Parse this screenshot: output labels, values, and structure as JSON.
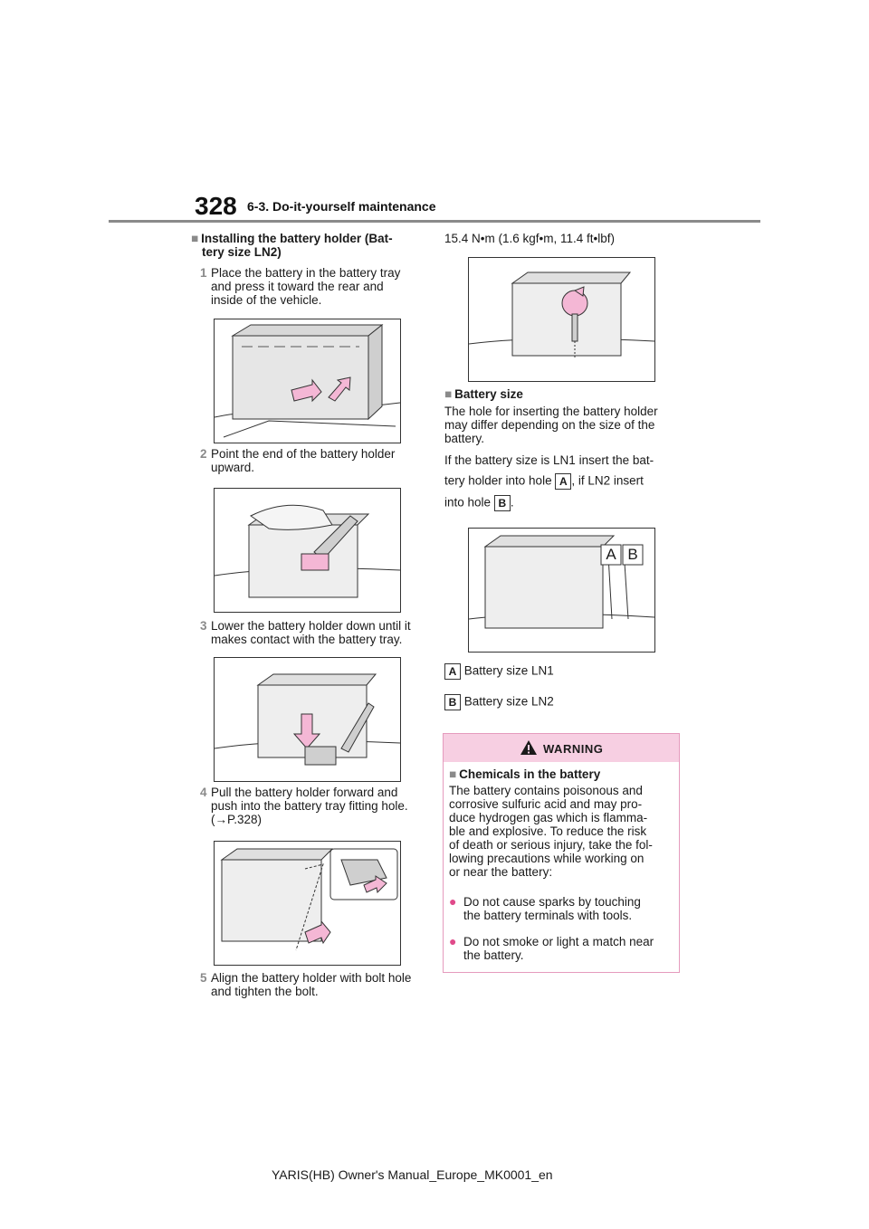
{
  "header": {
    "page_number": "328",
    "section": "6-3. Do-it-yourself maintenance"
  },
  "left": {
    "heading_line1": "Installing the battery holder (Bat-",
    "heading_line2": "tery size LN2)",
    "steps": [
      {
        "num": "1",
        "lines": [
          "Place the battery in the battery tray",
          "and press it toward the rear and",
          "inside of the vehicle."
        ]
      },
      {
        "num": "2",
        "lines": [
          "Point the end of the battery holder",
          "upward."
        ]
      },
      {
        "num": "3",
        "lines": [
          "Lower the battery holder down until it",
          "makes contact with the battery tray."
        ]
      },
      {
        "num": "4",
        "lines": [
          "Pull the battery holder forward and",
          "push into the battery tray fitting hole.",
          "(→P.328)"
        ]
      },
      {
        "num": "5",
        "lines": [
          "Align the battery holder with bolt hole",
          "and tighten the bolt."
        ]
      }
    ]
  },
  "right": {
    "torque": "15.4 N•m (1.6 kgf•m, 11.4 ft•lbf)",
    "battery_size_heading": "Battery size",
    "para1": [
      "The hole for inserting the battery holder",
      "may differ depending on the size of the",
      "battery."
    ],
    "para2_a": "If the battery size is LN1 insert the bat-",
    "para2_b": "tery holder into hole",
    "para2_c": ", if LN2 insert",
    "para2_d": "into hole",
    "para2_e": ".",
    "label_a": "A",
    "label_b": "B",
    "legend_a": "Battery size LN1",
    "legend_b": "Battery size LN2"
  },
  "warning": {
    "title": "WARNING",
    "subheading": "Chemicals in the battery",
    "body": [
      "The battery contains poisonous and",
      "corrosive sulfuric acid and may pro-",
      "duce hydrogen gas which is flamma-",
      "ble and explosive. To reduce the risk",
      "of death or serious injury, take the fol-",
      "lowing precautions while working on",
      "or near the battery:"
    ],
    "bullets": [
      [
        "Do not cause sparks by touching",
        "the battery terminals with tools."
      ],
      [
        "Do not smoke or light a match near",
        "the battery."
      ]
    ]
  },
  "footer": "YARIS(HB) Owner's Manual_Europe_MK0001_en",
  "colors": {
    "accent_pink": "#f7cfe2",
    "arrow_pink": "#f4b7d5",
    "rule_gray": "#8a8a8a"
  }
}
